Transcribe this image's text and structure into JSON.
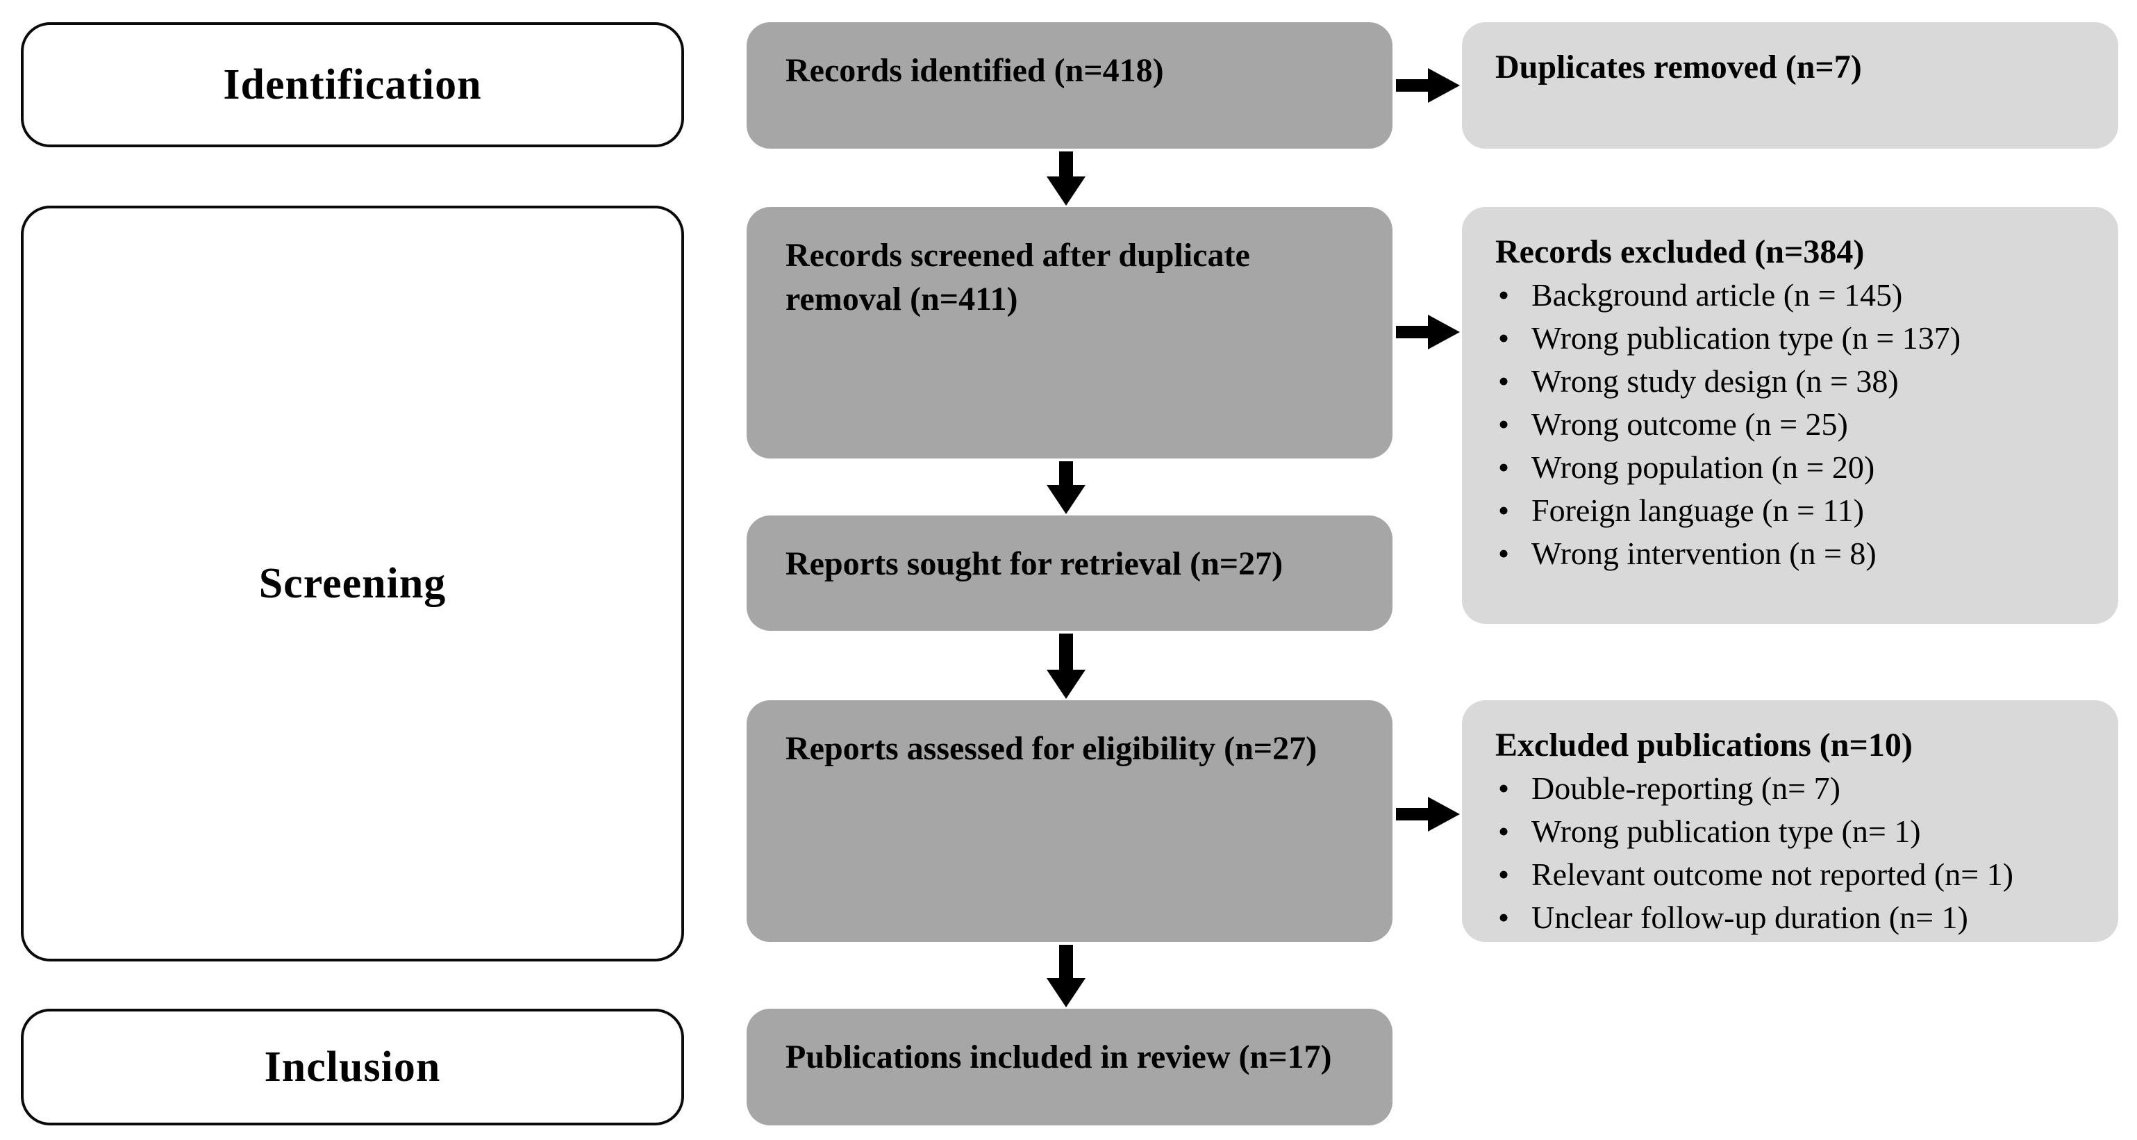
{
  "stages": [
    {
      "label": "Identification"
    },
    {
      "label": "Screening"
    },
    {
      "label": "Inclusion"
    }
  ],
  "flow": [
    {
      "label": "Records identified (n=418)"
    },
    {
      "label": "Records screened after duplicate removal (n=411)"
    },
    {
      "label": "Reports sought for retrieval (n=27)"
    },
    {
      "label": "Reports assessed for eligibility (n=27)"
    },
    {
      "label": "Publications included in review (n=17)"
    }
  ],
  "side_boxes": [
    {
      "title": "Duplicates removed (n=7)",
      "items": []
    },
    {
      "title": "Records excluded (n=384)",
      "items": [
        "Background article (n = 145)",
        "Wrong publication type (n = 137)",
        "Wrong study design (n = 38)",
        "Wrong outcome (n = 25)",
        "Wrong population (n = 20)",
        "Foreign language (n = 11)",
        "Wrong intervention (n = 8)"
      ]
    },
    {
      "title": "Excluded publications (n=10)",
      "items": [
        "Double-reporting (n= 7)",
        "Wrong publication type (n= 1)",
        "Relevant outcome not reported (n= 1)",
        "Unclear follow-up duration (n= 1)"
      ]
    }
  ],
  "colors": {
    "flow_box_fill": "#a6a6a6",
    "side_box_fill": "#d9d9d9",
    "stage_box_fill": "#ffffff",
    "stage_box_border": "#0a0a0a",
    "arrow": "#000000",
    "text": "#000000"
  }
}
